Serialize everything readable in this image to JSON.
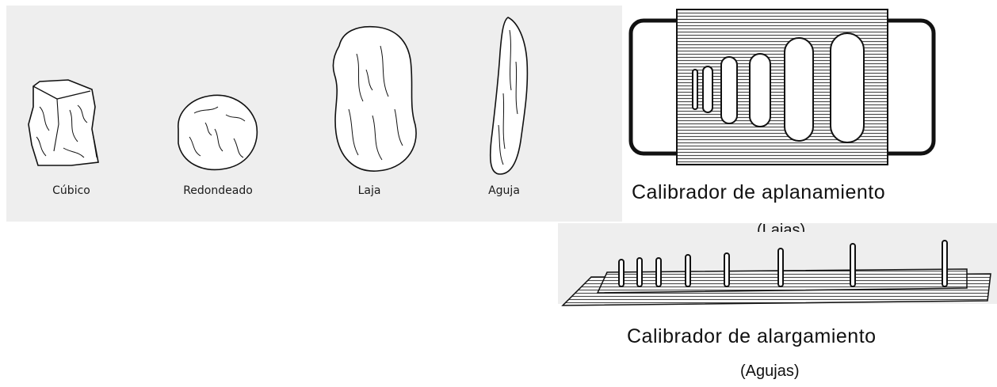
{
  "particle_shapes": [
    {
      "id": "cubico",
      "label": "Cúbico",
      "icon": "cubic-stone-icon"
    },
    {
      "id": "redondeado",
      "label": "Redondeado",
      "icon": "rounded-stone-icon"
    },
    {
      "id": "laja",
      "label": "Laja",
      "icon": "flat-stone-icon"
    },
    {
      "id": "aguja",
      "label": "Aguja",
      "icon": "needle-stone-icon"
    }
  ],
  "gauges": {
    "flakiness": {
      "title": "Calibrador de aplanamiento",
      "subtitle": "(Lajas)",
      "icon": "flakiness-gauge-icon"
    },
    "elongation": {
      "title": "Calibrador de alargamiento",
      "subtitle": "(Agujas)",
      "icon": "elongation-gauge-icon"
    }
  },
  "colors": {
    "panel": "#eeeeee",
    "ink": "#111111"
  }
}
